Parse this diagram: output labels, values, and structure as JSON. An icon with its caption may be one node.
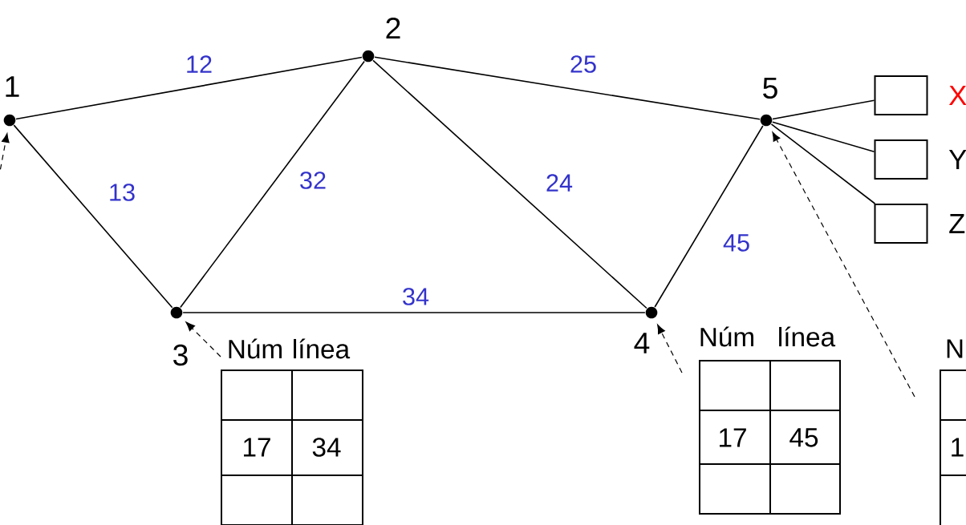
{
  "diagram": {
    "nodes": [
      {
        "text": [],
        "shape": "circle",
        "beside": [
          "1"
        ]
      },
      {
        "text": [],
        "shape": "circle",
        "beside": [
          "2"
        ]
      },
      {
        "text": [],
        "shape": "circle",
        "beside": [
          "3"
        ]
      },
      {
        "text": [],
        "shape": "circle",
        "beside": [
          "4"
        ]
      },
      {
        "text": [],
        "shape": "circle",
        "beside": [
          "5"
        ]
      },
      {
        "text": [],
        "shape": "box",
        "beside": [
          "X"
        ]
      },
      {
        "text": [],
        "shape": "box",
        "beside": [
          "Y"
        ]
      },
      {
        "text": [],
        "shape": "box",
        "beside": [
          "Z"
        ]
      },
      {
        "text": [
          "Núm",
          "línea",
          "17",
          "34"
        ]
      },
      {
        "text": [
          "Núm",
          "línea",
          "17",
          "45"
        ]
      },
      {
        "text": [
          "N",
          "1"
        ]
      }
    ],
    "edges": [
      {
        "from": 0,
        "to": 1,
        "arrow": "none",
        "label": "12"
      },
      {
        "from": 1,
        "to": 4,
        "arrow": "none",
        "label": "25"
      },
      {
        "from": 0,
        "to": 2,
        "arrow": "none",
        "label": "13"
      },
      {
        "from": 2,
        "to": 1,
        "arrow": "none",
        "label": "32"
      },
      {
        "from": 1,
        "to": 3,
        "arrow": "none",
        "label": "24"
      },
      {
        "from": 2,
        "to": 3,
        "arrow": "none",
        "label": "34"
      },
      {
        "from": 3,
        "to": 4,
        "arrow": "none",
        "label": "45"
      },
      {
        "from": 4,
        "to": 5,
        "arrow": "none"
      },
      {
        "from": 4,
        "to": 6,
        "arrow": "none"
      },
      {
        "from": 4,
        "to": 7,
        "arrow": "none"
      },
      {
        "from": 8,
        "to": 2,
        "arrow": "to",
        "style": "dashed"
      },
      {
        "from": 9,
        "to": 3,
        "arrow": "to",
        "style": "dashed"
      },
      {
        "from": 10,
        "to": 4,
        "arrow": "to",
        "style": "dashed"
      },
      {
        "from": null,
        "to": 0,
        "arrow": "to",
        "style": "dashed"
      }
    ]
  }
}
